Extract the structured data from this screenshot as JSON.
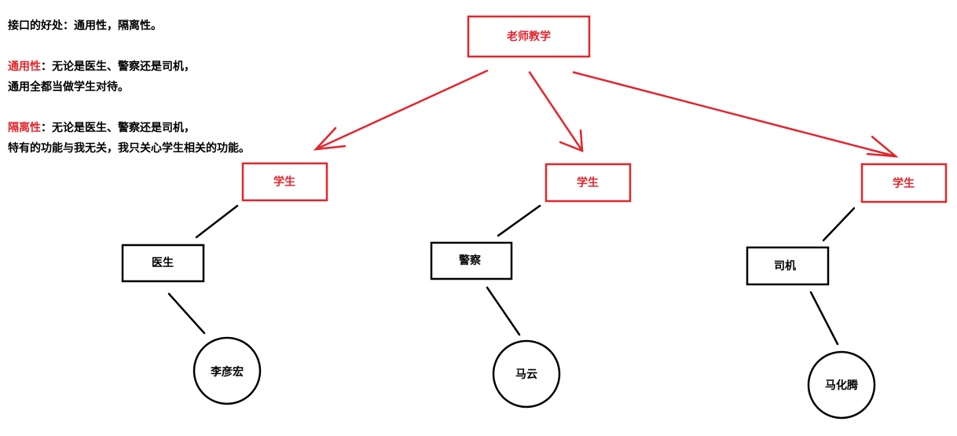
{
  "notes": {
    "line1": "接口的好处：通用性，隔离性。",
    "universal_term": "通用性",
    "universal_rest": "：无论是医生、警察还是司机，",
    "universal_line2": "通用全都当做学生对待。",
    "isolation_term": "隔离性",
    "isolation_rest": "：无论是医生、警察还是司机，",
    "isolation_line2": "特有的功能与我无关，我只关心学生相关的功能。"
  },
  "diagram": {
    "root": "老师教学",
    "interface_label": "学生",
    "roles": [
      "医生",
      "警察",
      "司机"
    ],
    "people": [
      "李彦宏",
      "马云",
      "马化腾"
    ]
  },
  "colors": {
    "accent": "#e1262d",
    "ink": "#000000",
    "background": "#ffffff"
  }
}
